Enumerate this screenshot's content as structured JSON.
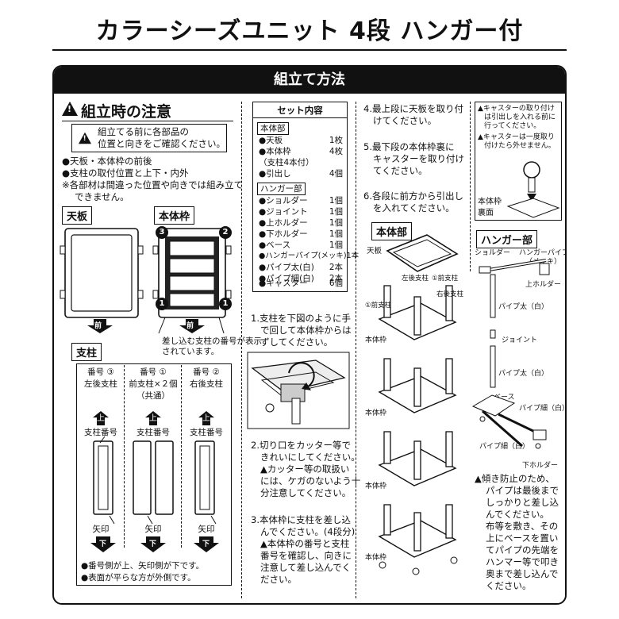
{
  "title": "カラーシーズユニット 4段 ハンガー付",
  "banner": "組立て方法",
  "caution": {
    "heading": "組立時の注意",
    "box_line1": "組立てる前に各部品の",
    "box_line2": "位置と向きをご確認ください。",
    "bullet1": "●天板・本体枠の前後",
    "bullet2": "●支柱の取付位置と上下・内外",
    "note1": "※各部材は間違った位置や向きでは組み立て",
    "note2": "できません。"
  },
  "panels": {
    "tenban": "天板",
    "honta_waku": "本体枠",
    "mae": "前",
    "sashikomi1": "差し込む支柱の番号が表示",
    "sashikomi2": "されています。",
    "shichu": "支柱",
    "n3": "3",
    "n2": "2",
    "n1": "1"
  },
  "posts": [
    {
      "head1": "番号 ③",
      "head2": "左後支柱",
      "head3": "",
      "num_label": "支柱番号",
      "arrow_label": "矢印",
      "up": "上",
      "down": "下"
    },
    {
      "head1": "番号 ①",
      "head2": "前支柱×２個",
      "head3": "（共通）",
      "num_label": "支柱番号",
      "arrow_label": "矢印",
      "up": "上",
      "down": "下"
    },
    {
      "head1": "番号 ②",
      "head2": "右後支柱",
      "head3": "",
      "num_label": "支柱番号",
      "arrow_label": "矢印",
      "up": "上",
      "down": "下"
    }
  ],
  "post_notes": {
    "note1": "●番号側が上、矢印側が下です。",
    "note2": "●表面が平らな方が外側です。"
  },
  "set": {
    "header": "セット内容",
    "group1": "本体部",
    "items1": [
      {
        "name": "●天板",
        "qty": "1枚"
      },
      {
        "name": "●本体枠",
        "qty": "4枚"
      },
      {
        "name": "（支柱4本付）",
        "qty": ""
      },
      {
        "name": "●引出し",
        "qty": "4個"
      }
    ],
    "group2": "ハンガー部",
    "items2": [
      {
        "name": "●ショルダー",
        "qty": "1個"
      },
      {
        "name": "●ジョイント",
        "qty": "1個"
      },
      {
        "name": "●上ホルダー",
        "qty": "1個"
      },
      {
        "name": "●下ホルダー",
        "qty": "1個"
      },
      {
        "name": "●ベース",
        "qty": "1個"
      },
      {
        "name": "●ハンガーパイプ(メッキ)",
        "qty": "1本"
      },
      {
        "name": "●パイプ太(白)",
        "qty": "2本"
      },
      {
        "name": "●パイプ細(白)",
        "qty": "2本"
      }
    ],
    "caster": {
      "name": "●キャスター",
      "qty": "6個"
    }
  },
  "steps_mid": {
    "s1_l1": "1.支柱を下図のように手",
    "s1_l2": "で回して本体枠からは",
    "s1_l3": "ずしてください。",
    "s2_l1": "2.切り口をカッター等で",
    "s2_l2": "きれいにしてください。",
    "s2_l3": "▲カッター等の取扱い",
    "s2_l4": "には、ケガのないよう十",
    "s2_l5": "分注意してください。",
    "s3_l1": "3.本体枠に支柱を差し込",
    "s3_l2": "んでください。(4段分)",
    "s3_l3": "▲本体枠の番号と支柱",
    "s3_l4": "番号を確認し、向きに",
    "s3_l5": "注意して差し込んでく",
    "s3_l6": "ださい。"
  },
  "steps_right": {
    "s4_l1": "4.最上段に天板を取り付",
    "s4_l2": "けてください。",
    "s5_l1": "5.最下段の本体枠裏に",
    "s5_l2": "キャスターを取り付け",
    "s5_l3": "てください。",
    "s6_l1": "6.各段に前方から引出し",
    "s6_l2": "を入れてください。",
    "main_label": "本体部",
    "tenban": "天板",
    "honta": "本体枠",
    "left_back": "左後支柱",
    "front": "①前支柱",
    "right_back": "右後支柱"
  },
  "caster_note": {
    "n1": "▲キャスターの取り付け",
    "n2": "は引出しを入れる前に",
    "n3": "行ってください。",
    "n4": "▲キャスターは一度取り",
    "n5": "付けたら外せません。",
    "lbl1": "本体枠",
    "lbl2": "裏面"
  },
  "hanger": {
    "label": "ハンガー部",
    "shoulder": "ショルダー",
    "hanger_pipe": "ハンガーパイプ",
    "mekki": "（メッキ）",
    "upper_holder": "上ホルダー",
    "pipe_thick": "パイプ太（白）",
    "joint": "ジョイント",
    "pipe_thick2": "パイプ太（白）",
    "base": "ベース",
    "pipe_thin": "パイプ細（白）",
    "pipe_thin2": "パイプ細（白）",
    "lower_holder": "下ホルダー",
    "w1": "▲傾き防止のため、",
    "w2": "パイプは最後まで",
    "w3": "しっかりと差し込",
    "w4": "んでください。",
    "w5": "布等を敷き、その",
    "w6": "上にベースを置い",
    "w7": "てパイプの先端を",
    "w8": "ハンマー等で叩き",
    "w9": "奥まで差し込んで",
    "w10": "ください。"
  }
}
